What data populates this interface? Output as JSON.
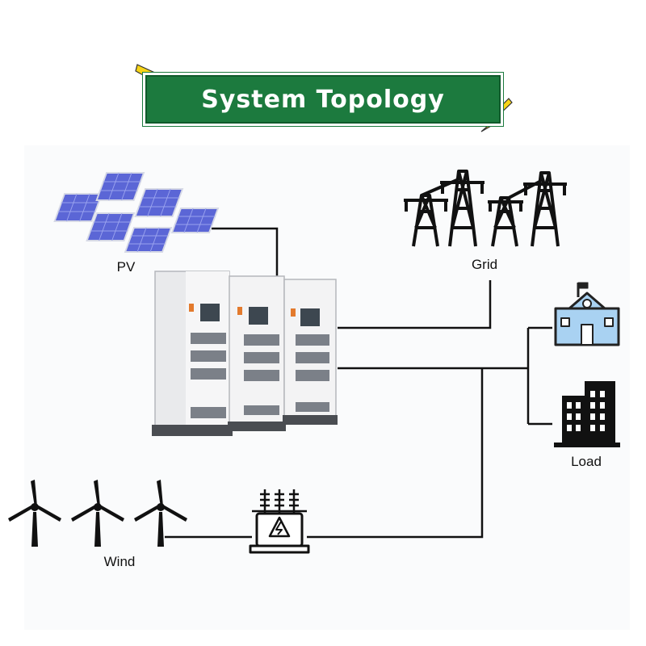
{
  "title": "System Topology",
  "labels": {
    "pv": "PV",
    "grid": "Grid",
    "load": "Load",
    "wind": "Wind"
  },
  "colors": {
    "banner": "#1c7a3e",
    "bolt": "#f7d417",
    "line": "#111111",
    "icon_blue": "#a9d2f2",
    "panel_blue": "#5b66d6"
  },
  "icons": [
    "lightning-bolt-icon",
    "solar-panel-icon",
    "transmission-tower-icon",
    "school-building-icon",
    "office-building-icon",
    "wind-turbine-icon",
    "transformer-icon",
    "energy-storage-cabinet"
  ]
}
